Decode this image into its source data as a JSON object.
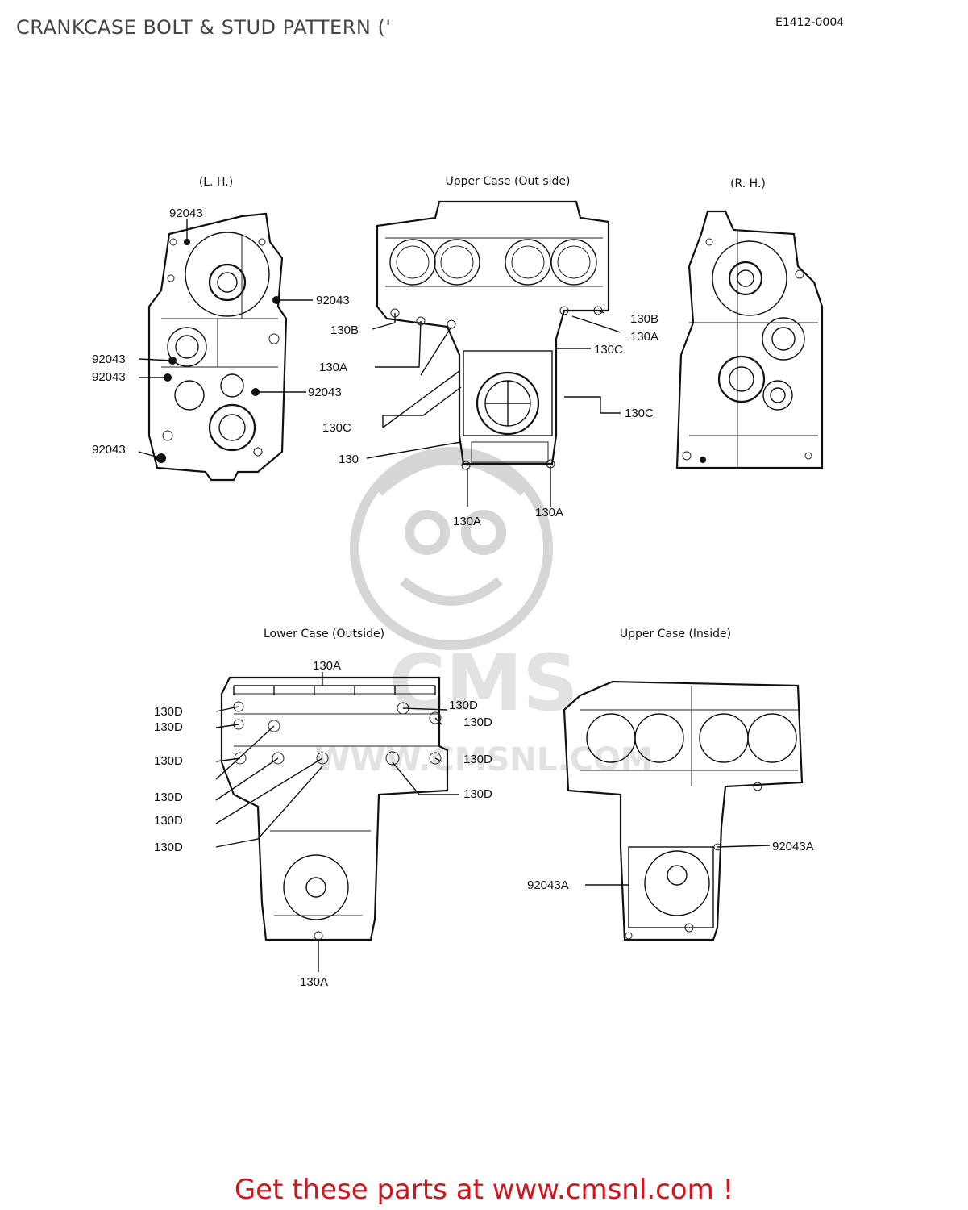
{
  "header": {
    "title": "CRANKCASE BOLT & STUD PATTERN ('",
    "drawing_id": "E1412-0004"
  },
  "views": {
    "lh": "(L. H.)",
    "upper_outside": "Upper Case (Out side)",
    "rh": "(R. H.)",
    "lower_outside": "Lower Case (Outside)",
    "upper_inside": "Upper Case (Inside)"
  },
  "callouts": {
    "lh": [
      "92043",
      "92043",
      "92043",
      "92043",
      "92043",
      "92043"
    ],
    "upper_outside": [
      "130B",
      "130B",
      "130A",
      "130A",
      "130C",
      "130C",
      "130C",
      "130",
      "130A",
      "130A"
    ],
    "lower_outside": [
      "130A",
      "130D",
      "130D",
      "130D",
      "130D",
      "130D",
      "130D",
      "130D",
      "130D",
      "130D",
      "130D",
      "130A"
    ],
    "upper_inside": [
      "92043A",
      "92043A"
    ]
  },
  "watermark": {
    "logo_text": "CMS",
    "url_text": "WWW.CMSNL.COM"
  },
  "footer": {
    "promo": "Get these parts at www.cmsnl.com !"
  }
}
